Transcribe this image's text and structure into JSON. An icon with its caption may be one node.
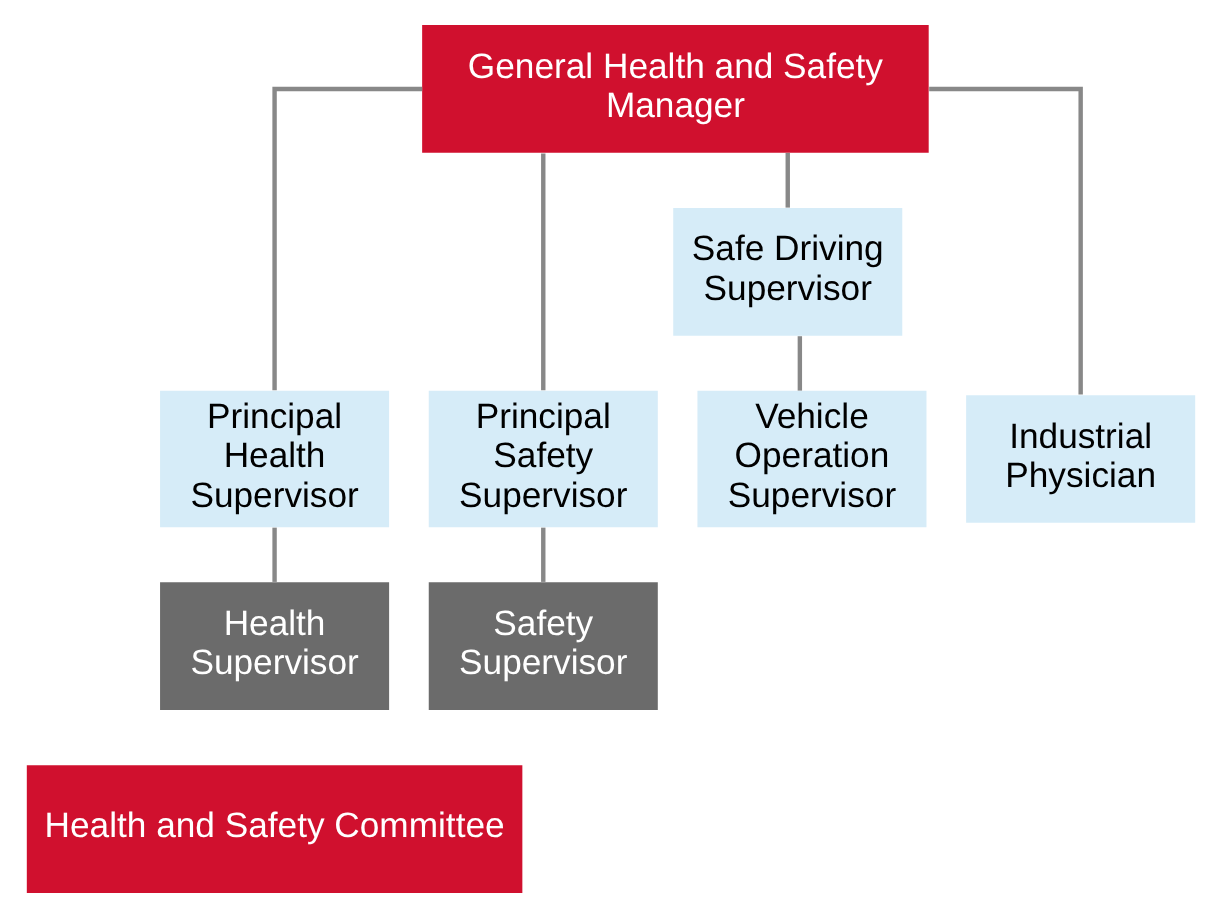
{
  "diagram": {
    "nodes": [
      {
        "text": [
          "General Health and Safety Manager"
        ]
      },
      {
        "text": [
          "Principal Health Supervisor"
        ]
      },
      {
        "text": [
          "Principal Safety Supervisor"
        ]
      },
      {
        "text": [
          "Safe Driving Supervisor"
        ]
      },
      {
        "text": [
          "Vehicle Operation Supervisor"
        ]
      },
      {
        "text": [
          "Industrial Physician"
        ]
      },
      {
        "text": [
          "Health Supervisor"
        ]
      },
      {
        "text": [
          "Safety Supervisor"
        ]
      },
      {
        "text": [
          "Health and Safety Committee"
        ]
      }
    ],
    "edges": [
      {
        "from": 0,
        "to": 1,
        "arrow": "none"
      },
      {
        "from": 0,
        "to": 2,
        "arrow": "none"
      },
      {
        "from": 0,
        "to": 3,
        "arrow": "none"
      },
      {
        "from": 0,
        "to": 5,
        "arrow": "none"
      },
      {
        "from": 3,
        "to": 4,
        "arrow": "none"
      },
      {
        "from": 1,
        "to": 6,
        "arrow": "none"
      },
      {
        "from": 2,
        "to": 7,
        "arrow": "none"
      }
    ]
  }
}
